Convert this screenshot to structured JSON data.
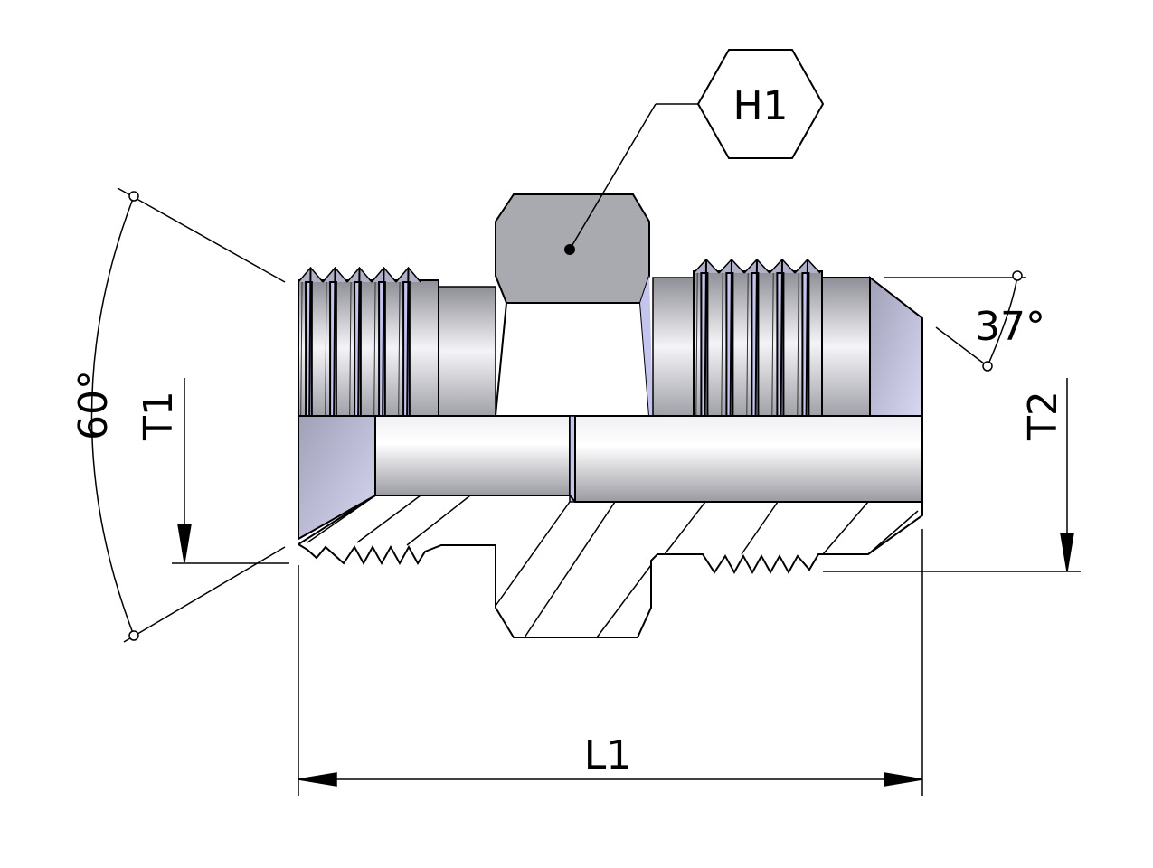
{
  "labels": {
    "hex": "H1",
    "angle_left": "60°",
    "thread_left": "T1",
    "thread_right": "T2",
    "angle_right": "37°",
    "length": "L1"
  },
  "colors": {
    "metal_dark": "#8e8e96",
    "metal_light": "#f4f4f8",
    "metal_blue": "#c4c4ee",
    "hex": "#a9a9b0",
    "line": "#000000"
  }
}
